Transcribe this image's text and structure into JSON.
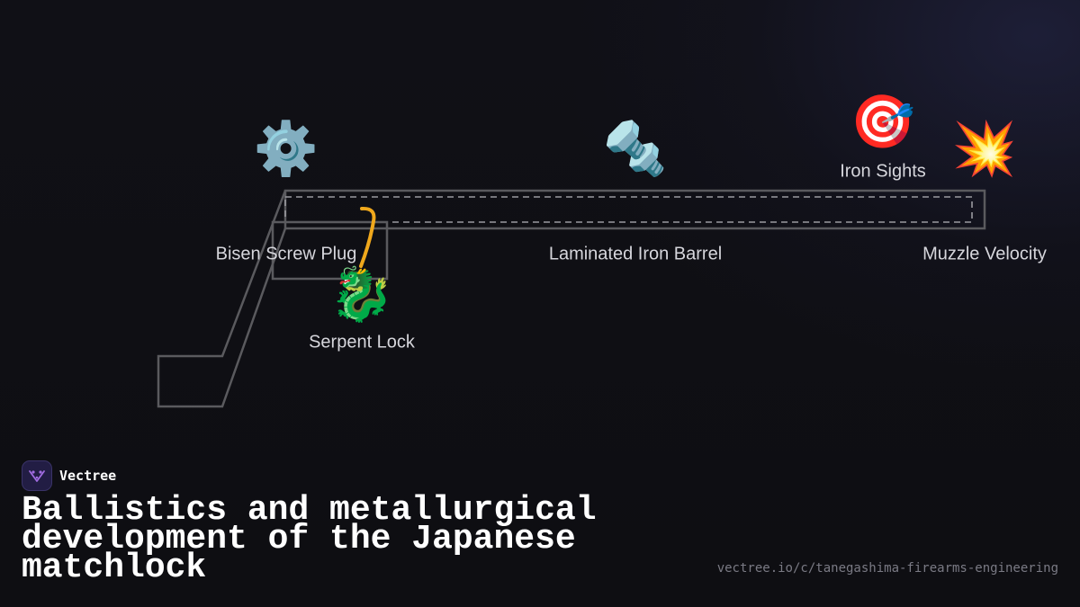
{
  "diagram": {
    "nodes": [
      {
        "id": "screw",
        "icon": "gear-icon",
        "glyph": "⚙️",
        "label": "Bisen Screw Plug"
      },
      {
        "id": "lock",
        "icon": "dragon-icon",
        "glyph": "🐉",
        "label": "Serpent Lock"
      },
      {
        "id": "barrel",
        "icon": "nut-and-bolt-icon",
        "glyph": "🔩",
        "label": "Laminated Iron Barrel"
      },
      {
        "id": "sights",
        "icon": "bullseye-icon",
        "glyph": "🎯",
        "label": "Iron Sights"
      },
      {
        "id": "muzzle",
        "icon": "collision-icon",
        "glyph": "💥",
        "label": "Muzzle Velocity"
      }
    ],
    "colors": {
      "outline": "#5a5a5e",
      "bore_dash": "#9a9aa0",
      "serpentine": "#f0a81c"
    }
  },
  "brand": {
    "name": "Vectree",
    "logo_icon": "vectree-logo-icon",
    "logo_color": "#a06ce0"
  },
  "title": "Ballistics and metallurgical development of the Japanese matchlock",
  "url": "vectree.io/c/tanegashima-firearms-engineering"
}
